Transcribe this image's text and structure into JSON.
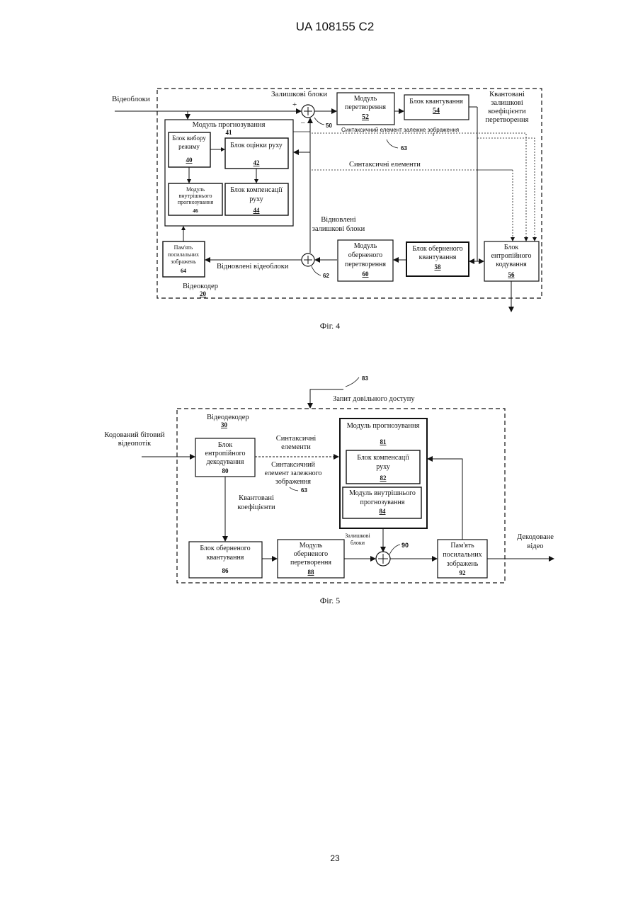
{
  "header": "UA   108155   C2",
  "page_number": "23",
  "fig4": {
    "caption": "Фіг. 4",
    "input": "Відеоблоки",
    "residual_blocks": "Залишкові блоки",
    "plus": "+",
    "minus": "–",
    "adder_top_num": "50",
    "transform": {
      "line1": "Модуль",
      "line2": "перетворення",
      "num": "52"
    },
    "quant": {
      "line1": "Блок квантування",
      "num": "54"
    },
    "quant_coef": {
      "line1": "Квантовані",
      "line2": "залишкові",
      "line3": "коефіцієнти",
      "line4": "перетворення"
    },
    "dep_syntax": "Синтаксичний елемент залежне зображення",
    "num63": "63",
    "prediction": {
      "title": "Модуль прогнозування",
      "num": "41"
    },
    "mode_select": {
      "line1": "Блок вибору",
      "line2": "режиму",
      "num": "40"
    },
    "motion_est": {
      "line1": "Блок оцінки руху",
      "num": "42"
    },
    "intra": {
      "line1": "Модуль",
      "line2": "внутрішнього",
      "line3": "прогнозування",
      "num": "46"
    },
    "motion_comp": {
      "line1": "Блок компенсації",
      "line2": "руху",
      "num": "44"
    },
    "syntax_elements": "Синтаксичні елементи",
    "recon_residual": {
      "line1": "Відновлені",
      "line2": "залишкові блоки"
    },
    "ref_memory": {
      "line1": "Пам'ять",
      "line2": "посилальних",
      "line3": "зображень",
      "num": "64"
    },
    "recon_blocks": "Відновлені відеоблоки",
    "adder_bottom_num": "62",
    "inv_transform": {
      "line1": "Модуль",
      "line2": "оберненого",
      "line3": "перетворення",
      "num": "60"
    },
    "inv_quant": {
      "line1": "Блок оберненого",
      "line2": "квантування",
      "num": "58"
    },
    "entropy": {
      "line1": "Блок",
      "line2": "ентропійного",
      "line3": "кодування",
      "num": "56"
    },
    "encoder": {
      "label": "Відеокодер",
      "num": "20"
    }
  },
  "fig5": {
    "caption": "Фіг. 5",
    "num83": "83",
    "random_access": "Запит довільного доступу",
    "decoder": {
      "label": "Відеодекодер",
      "num": "30"
    },
    "input": {
      "line1": "Кодований бітовий",
      "line2": "відеопотік"
    },
    "entropy_dec": {
      "line1": "Блок",
      "line2": "ентропійного",
      "line3": "декодування",
      "num": "80"
    },
    "syntax_elements": {
      "line1": "Синтаксичні",
      "line2": "елементи"
    },
    "dep_syntax": {
      "line1": "Синтаксичний",
      "line2": "елемент залежного",
      "line3": "зображення"
    },
    "num63": "63",
    "quant_coef": {
      "line1": "Квантовані",
      "line2": "коефіцієнти"
    },
    "prediction": {
      "title": "Модуль прогнозування",
      "num": "81"
    },
    "motion_comp": {
      "line1": "Блок компенсації",
      "line2": "руху",
      "num": "82"
    },
    "intra": {
      "line1": "Модуль внутрішнього",
      "line2": "прогнозування",
      "num": "84"
    },
    "residual_blocks": {
      "line1": "Залишкові",
      "line2": "блоки"
    },
    "adder_num": "90",
    "inv_quant": {
      "line1": "Блок оберненого",
      "line2": "квантування",
      "num": "86"
    },
    "inv_transform": {
      "line1": "Модуль",
      "line2": "оберненого",
      "line3": "перетворення",
      "num": "88"
    },
    "ref_memory": {
      "line1": "Пам'ять",
      "line2": "посилальних",
      "line3": "зображень",
      "num": "92"
    },
    "output": {
      "line1": "Декодоване",
      "line2": "відео"
    }
  }
}
